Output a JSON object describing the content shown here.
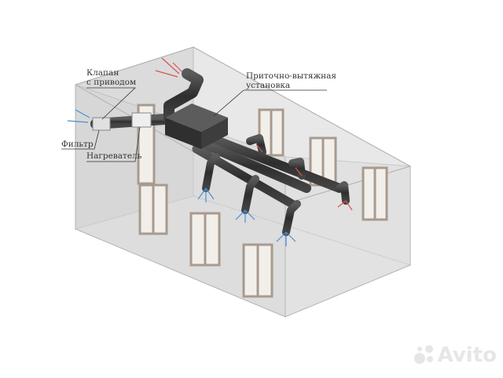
{
  "labels": {
    "valve_line1": "Клапан",
    "valve_line2": "с приводом",
    "unit_line1": "Приточно-вытяжная",
    "unit_line2": "установка",
    "filter": "Фильтр",
    "heater": "Нагреватель"
  },
  "watermark": {
    "text": "Avito"
  },
  "colors": {
    "supply_arrow": "#4a8fd4",
    "exhaust_arrow": "#d9534f",
    "duct": "#3a3a3a",
    "wall": "#c9c9c9",
    "window_frame": "#a89a8e"
  }
}
